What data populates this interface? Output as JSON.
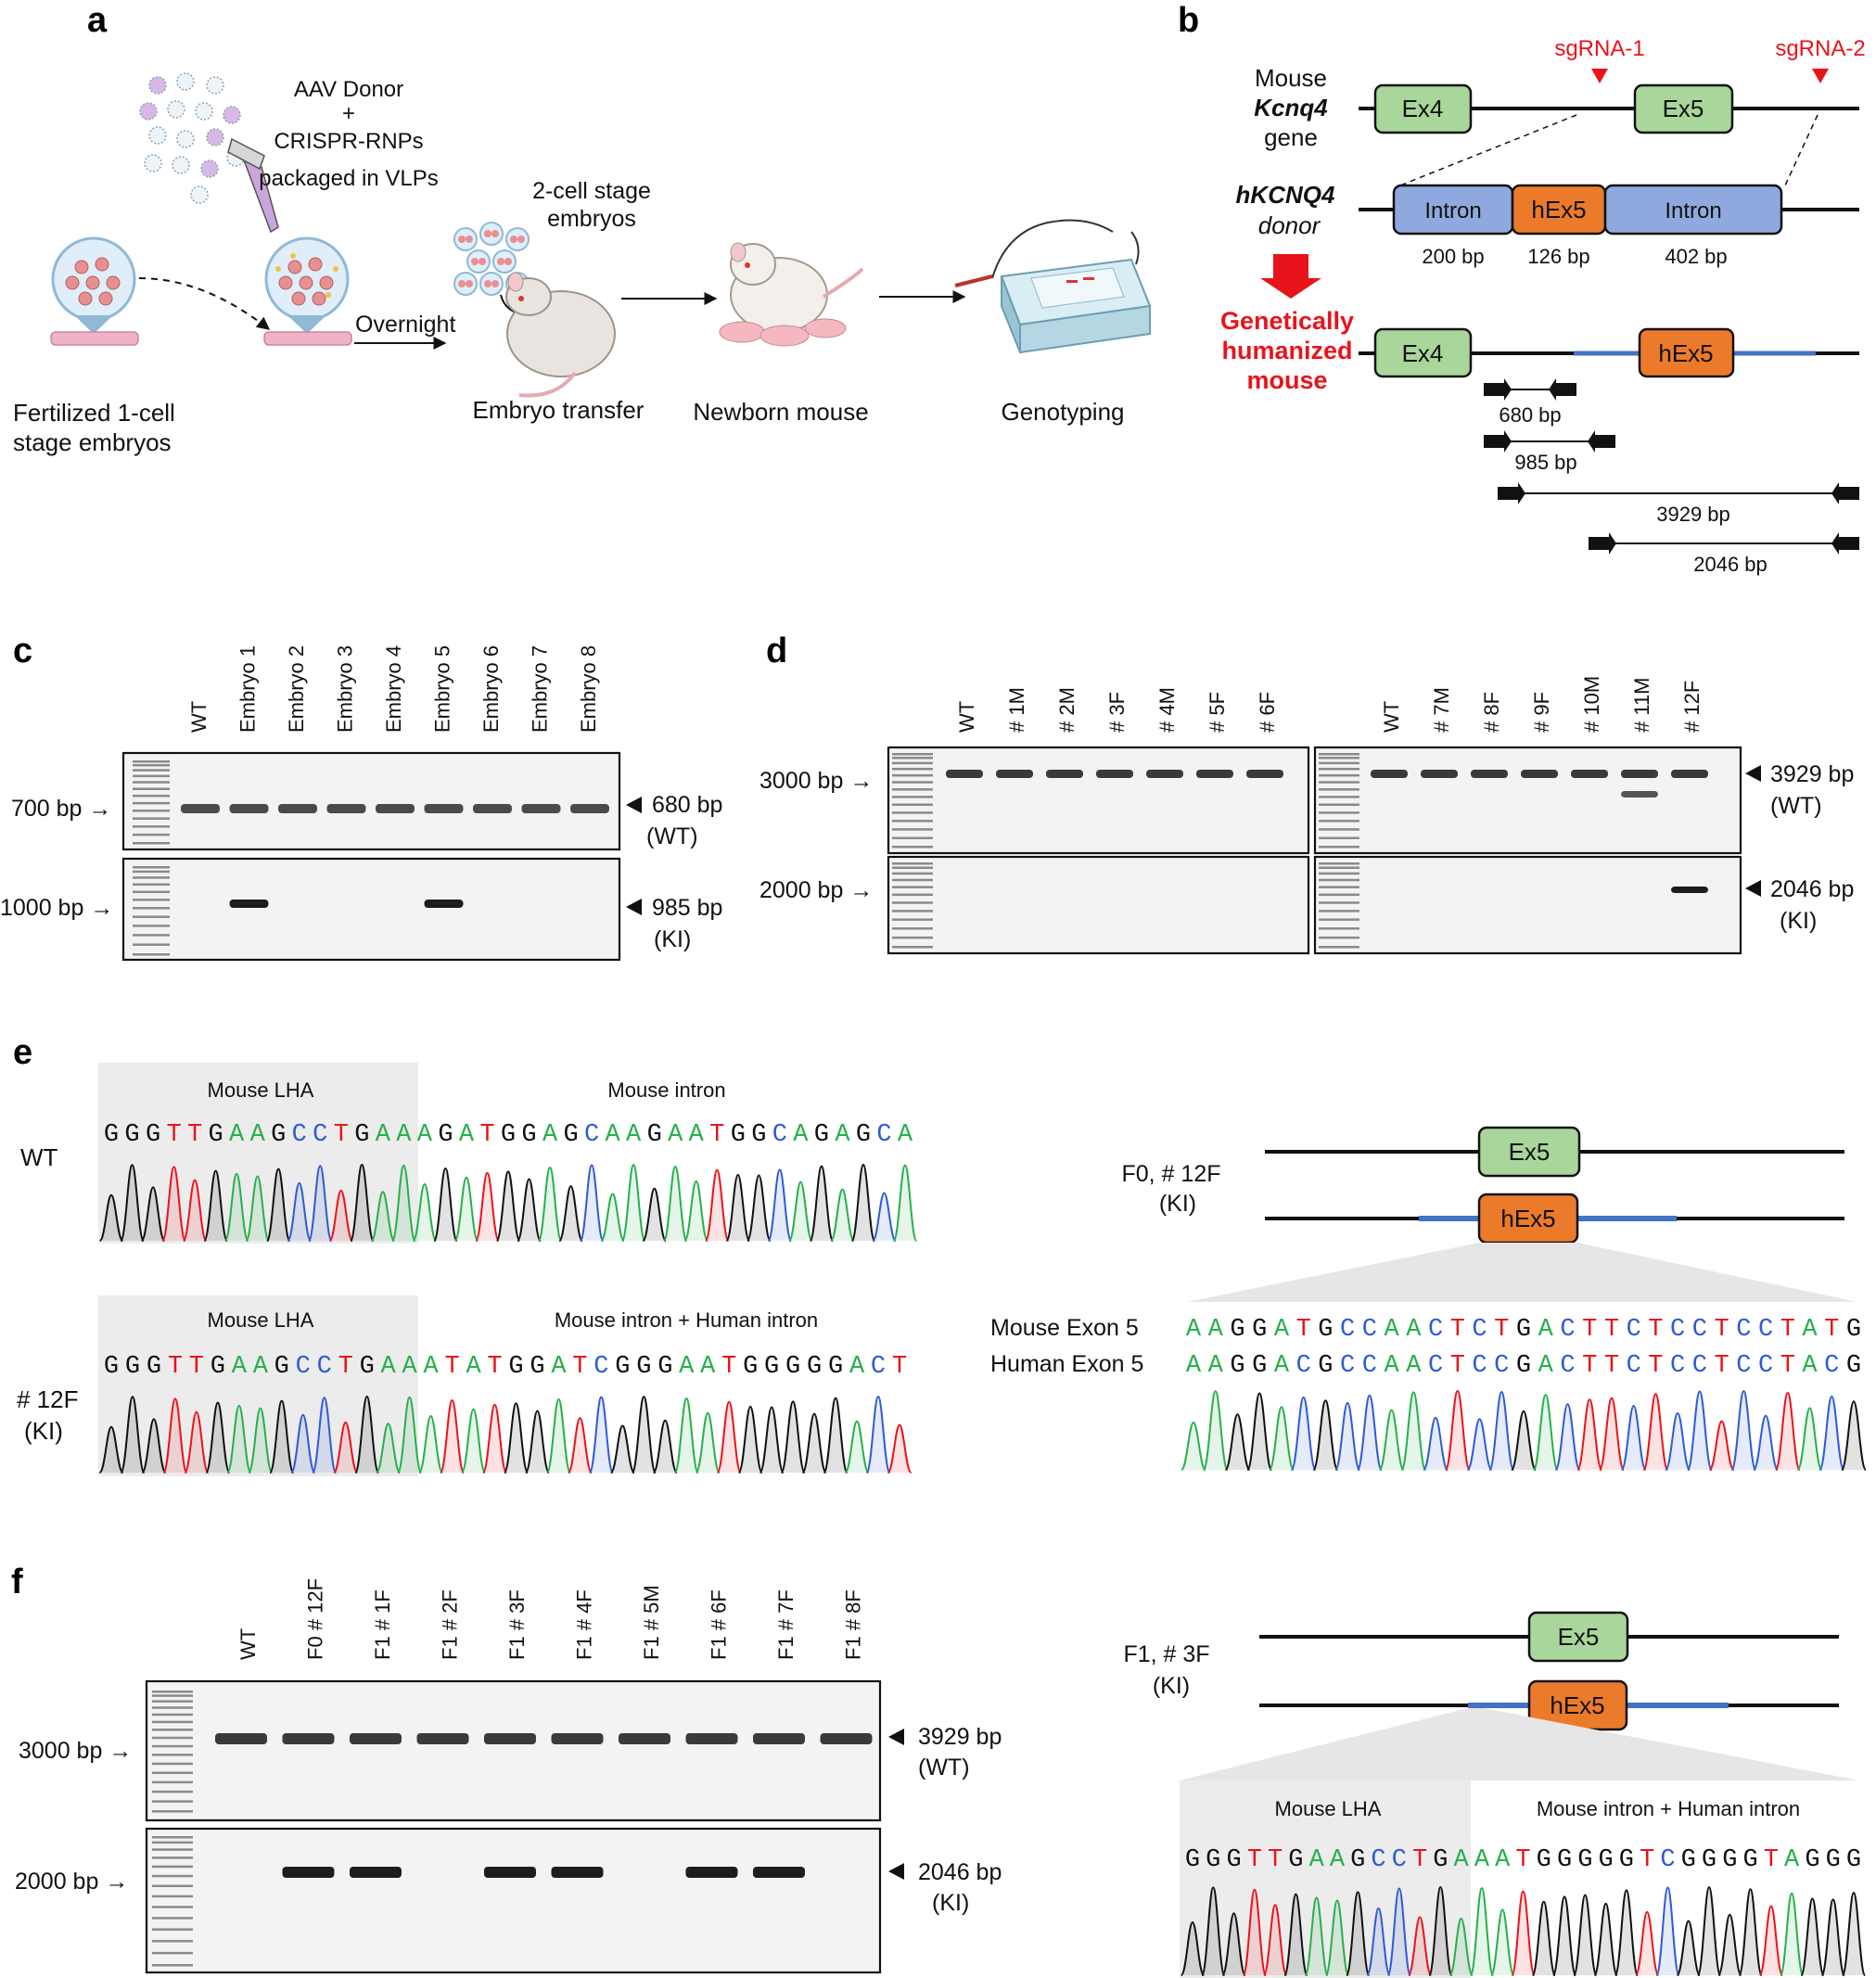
{
  "panels": {
    "a": {
      "letter": "a",
      "cargo": [
        "AAV Donor",
        "+",
        "CRISPR-RNPs",
        "packaged in VLPs"
      ],
      "embryos_2cell": [
        "2-cell stage",
        "embryos"
      ],
      "overnight": "Overnight",
      "steps": {
        "fertilized": [
          "Fertilized 1-cell",
          "stage embryos"
        ],
        "transfer": "Embryo transfer",
        "newborn": "Newborn mouse",
        "genotyping": "Genotyping"
      }
    },
    "b": {
      "letter": "b",
      "mouse_label": [
        "Mouse",
        "Kcnq4",
        "gene"
      ],
      "donor_label": [
        "hKCNQ4",
        "donor"
      ],
      "humanized_label": [
        "Genetically",
        "humanized",
        "mouse"
      ],
      "sgRNA": [
        "sgRNA-1",
        "sgRNA-2"
      ],
      "boxes": {
        "ex4": "Ex4",
        "ex5": "Ex5",
        "intron": "Intron",
        "hex5": "hEx5"
      },
      "donor_sizes": [
        "200 bp",
        "126 bp",
        "402 bp"
      ],
      "amplicons": [
        "680 bp",
        "985 bp",
        "3929 bp",
        "2046 bp"
      ]
    },
    "c": {
      "letter": "c",
      "lanes": [
        "WT",
        "Embryo 1",
        "Embryo 2",
        "Embryo 3",
        "Embryo 4",
        "Embryo 5",
        "Embryo 6",
        "Embryo 7",
        "Embryo 8"
      ],
      "left_markers": [
        "700 bp →",
        "1000 bp →"
      ],
      "right_labels": [
        [
          "680 bp",
          "(WT)"
        ],
        [
          "985 bp",
          "(KI)"
        ]
      ],
      "ki_positive_lanes": [
        "Embryo 1",
        "Embryo 5"
      ]
    },
    "d": {
      "letter": "d",
      "lanes_left": [
        "WT",
        "# 1M",
        "# 2M",
        "# 3F",
        "# 4M",
        "# 5F",
        "# 6F"
      ],
      "lanes_right": [
        "WT",
        "# 7M",
        "# 8F",
        "# 9F",
        "# 10M",
        "# 11M",
        "# 12F"
      ],
      "left_markers": [
        "3000 bp →",
        "2000 bp →"
      ],
      "right_labels": [
        [
          "3929 bp",
          "(WT)"
        ],
        [
          "2046 bp",
          "(KI)"
        ]
      ],
      "ki_positive_lanes": [
        "# 12F"
      ]
    },
    "e": {
      "letter": "e",
      "wt": {
        "row_label": "WT",
        "region_lha": "Mouse LHA",
        "region_intron": "Mouse intron",
        "sequence": "GGGTTGAAGCCTGAAAGATGGAGCAAGAATGGCAGAGCA"
      },
      "ki": {
        "row_label": [
          "# 12F",
          "(KI)"
        ],
        "region_lha": "Mouse LHA",
        "region_intron": "Mouse intron + Human intron",
        "sequence": "GGGTTGAAGCCTGAAATATGGATCGGGAATGGGGGACT"
      },
      "f0_label": [
        "F0, # 12F",
        "(KI)"
      ],
      "ex5": "Ex5",
      "hex5": "hEx5",
      "mouse_exon_label": "Mouse Exon 5",
      "human_exon_label": "Human Exon 5",
      "mouse_exon_seq": "AAGGATGCCAACTCTGACTTCTCCTCCTATG",
      "human_exon_seq": "AAGGACGCCAACTCCGACTTCTCCTCCTACG"
    },
    "f": {
      "letter": "f",
      "lanes": [
        "WT",
        "F0 # 12F",
        "F1 # 1F",
        "F1 # 2F",
        "F1 # 3F",
        "F1 # 4F",
        "F1 # 5M",
        "F1 # 6F",
        "F1 # 7F",
        "F1 # 8F"
      ],
      "left_markers": [
        "3000 bp →",
        "2000 bp →"
      ],
      "right_labels": [
        [
          "3929 bp",
          "(WT)"
        ],
        [
          "2046 bp",
          "(KI)"
        ]
      ],
      "ki_positive_lanes": [
        "F0 # 12F",
        "F1 # 1F",
        "F1 # 3F",
        "F1 # 4F",
        "F1 # 6F",
        "F1 # 7F"
      ],
      "f1_label": [
        "F1, # 3F",
        "(KI)"
      ],
      "ex5": "Ex5",
      "hex5": "hEx5",
      "region_lha": "Mouse LHA",
      "region_intron": "Mouse intron + Human intron",
      "sequence": "GGGTTGAAGCCTGAAATGGGGGTCGGGGTAGGG"
    }
  },
  "colors": {
    "ex_green": "#a9d69a",
    "intron_blue": "#8fa9de",
    "hex_orange": "#ec7a2b",
    "red": "#e8141b",
    "base_A": "#27b04b",
    "base_C": "#2e5bd6",
    "base_G": "#111111",
    "base_T": "#e8141b"
  }
}
